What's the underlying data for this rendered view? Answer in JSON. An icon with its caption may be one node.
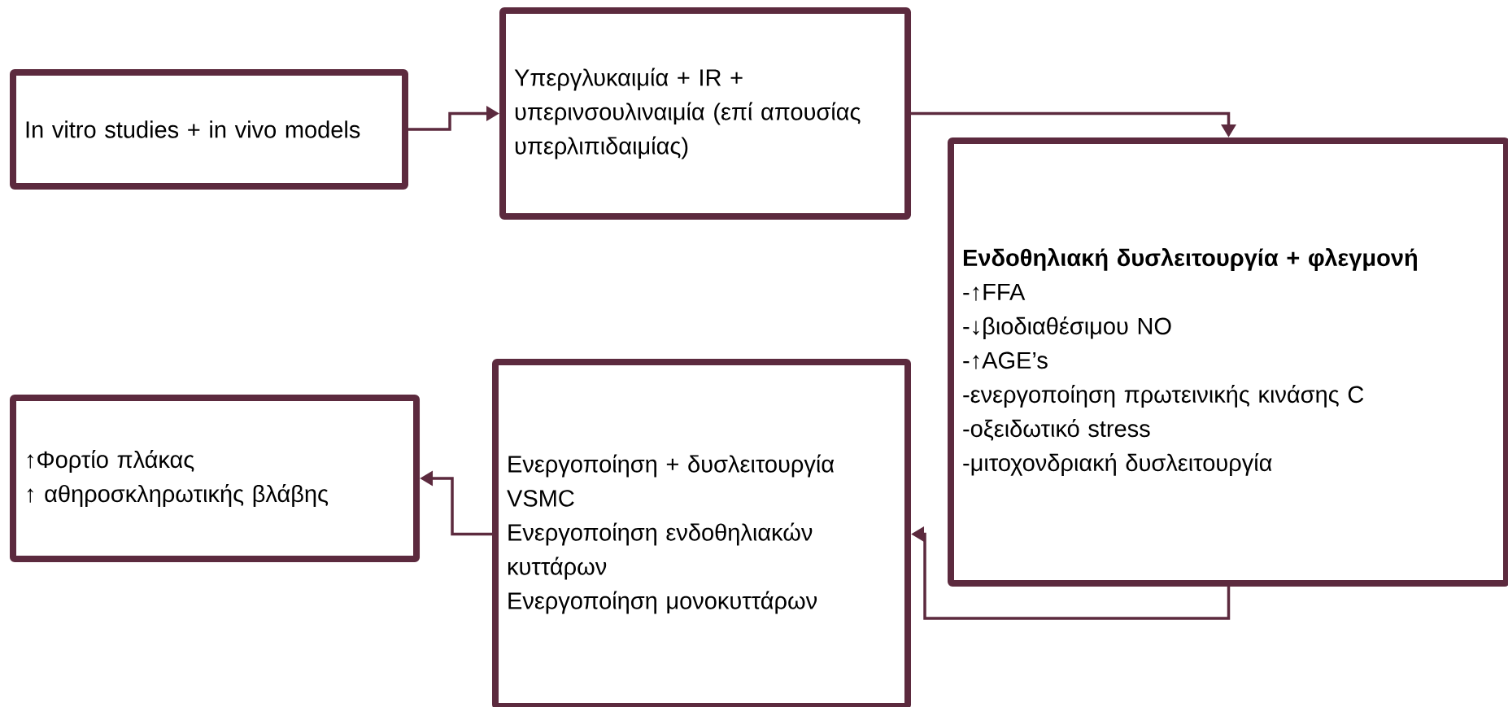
{
  "diagram": {
    "nodes": [
      {
        "text": [
          "In vitro studies + in vivo models"
        ]
      },
      {
        "text": [
          "Υπεργλυκαιμία + IR + υπερινσουλιναιμία (επί απουσίας υπερλιπιδαιμίας)"
        ]
      },
      {
        "text": [
          "Ενδοθηλιακή δυσλειτουργία + φλεγμονή",
          "-↑FFA",
          "-↓βιοδιαθέσιμου NO",
          "-↑AGE’s",
          "-ενεργοποίηση πρωτεινικής κινάσης C",
          "-οξειδωτικό stress",
          "-μιτοχονδριακή δυσλειτουργία"
        ]
      },
      {
        "text": [
          "Ενεργοποίηση + δυσλειτουργία VSMC",
          "Ενεργοποίηση ενδοθηλιακών κυττάρων",
          "Ενεργοποίηση μονοκυττάρων"
        ]
      },
      {
        "text": [
          "↑Φορτίο πλάκας",
          "↑ αθηροσκληρωτικής βλάβης"
        ]
      }
    ],
    "edges": [
      {
        "from": 0,
        "to": 1,
        "arrow": "to"
      },
      {
        "from": 1,
        "to": 2,
        "arrow": "to"
      },
      {
        "from": 2,
        "to": 3,
        "arrow": "to"
      },
      {
        "from": 3,
        "to": 4,
        "arrow": "to"
      }
    ]
  }
}
